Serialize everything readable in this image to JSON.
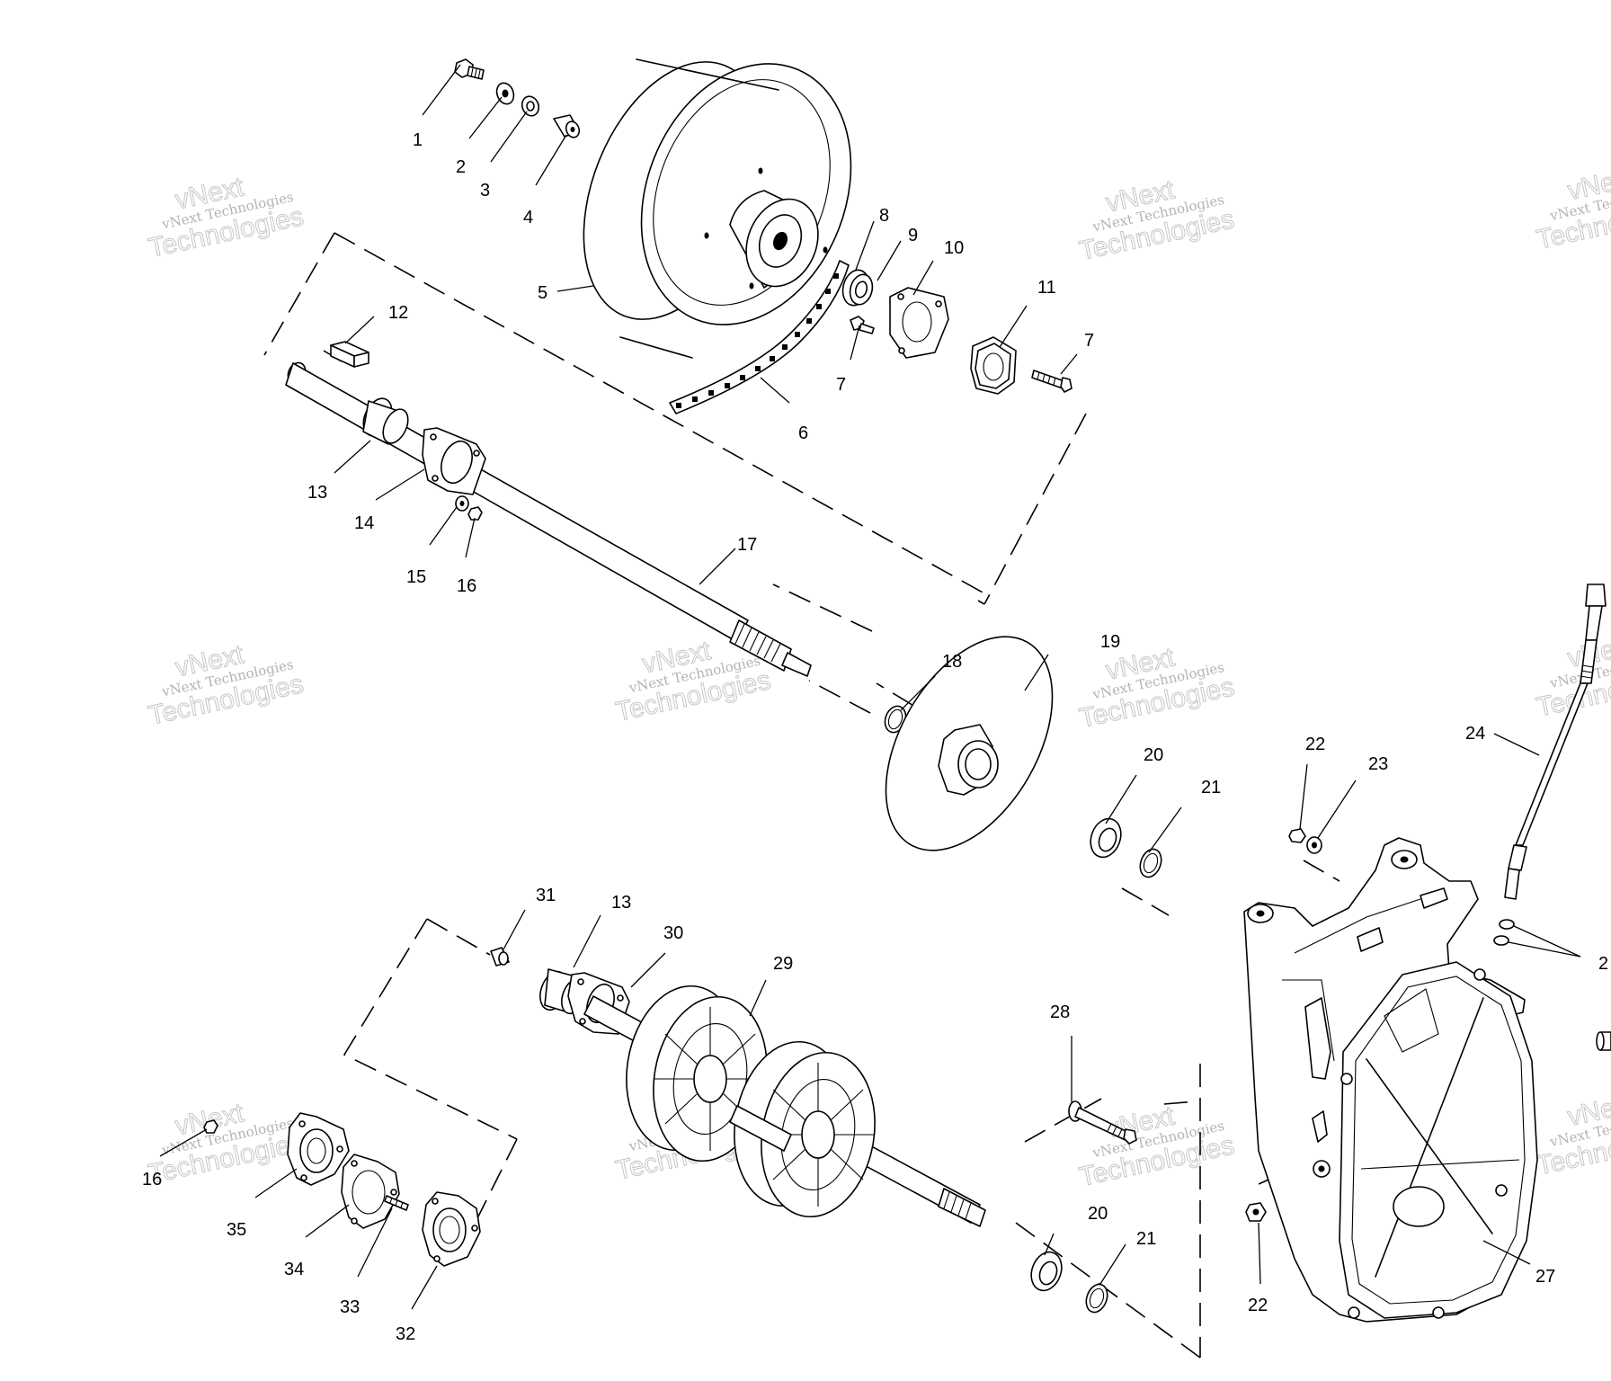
{
  "diagram": {
    "watermark": {
      "line1": "vNext",
      "line2": "vNext Technologies",
      "line3": "Technologies"
    },
    "callouts": [
      {
        "id": "c1",
        "label": "1"
      },
      {
        "id": "c2",
        "label": "2"
      },
      {
        "id": "c3",
        "label": "3"
      },
      {
        "id": "c4",
        "label": "4"
      },
      {
        "id": "c5",
        "label": "5"
      },
      {
        "id": "c6",
        "label": "6"
      },
      {
        "id": "c7a",
        "label": "7"
      },
      {
        "id": "c7b",
        "label": "7"
      },
      {
        "id": "c8",
        "label": "8"
      },
      {
        "id": "c9",
        "label": "9"
      },
      {
        "id": "c10",
        "label": "10"
      },
      {
        "id": "c11",
        "label": "11"
      },
      {
        "id": "c12",
        "label": "12"
      },
      {
        "id": "c13a",
        "label": "13"
      },
      {
        "id": "c13b",
        "label": "13"
      },
      {
        "id": "c14",
        "label": "14"
      },
      {
        "id": "c15",
        "label": "15"
      },
      {
        "id": "c16a",
        "label": "16"
      },
      {
        "id": "c16b",
        "label": "16"
      },
      {
        "id": "c17",
        "label": "17"
      },
      {
        "id": "c18",
        "label": "18"
      },
      {
        "id": "c19",
        "label": "19"
      },
      {
        "id": "c20a",
        "label": "20"
      },
      {
        "id": "c20b",
        "label": "20"
      },
      {
        "id": "c21a",
        "label": "21"
      },
      {
        "id": "c21b",
        "label": "21"
      },
      {
        "id": "c22a",
        "label": "22"
      },
      {
        "id": "c22b",
        "label": "22"
      },
      {
        "id": "c23",
        "label": "23"
      },
      {
        "id": "c24",
        "label": "24"
      },
      {
        "id": "c25",
        "label": "2"
      },
      {
        "id": "c27",
        "label": "27"
      },
      {
        "id": "c28",
        "label": "28"
      },
      {
        "id": "c29",
        "label": "29"
      },
      {
        "id": "c30",
        "label": "30"
      },
      {
        "id": "c31",
        "label": "31"
      },
      {
        "id": "c32",
        "label": "32"
      },
      {
        "id": "c33",
        "label": "33"
      },
      {
        "id": "c34",
        "label": "34"
      },
      {
        "id": "c35",
        "label": "35"
      }
    ]
  }
}
